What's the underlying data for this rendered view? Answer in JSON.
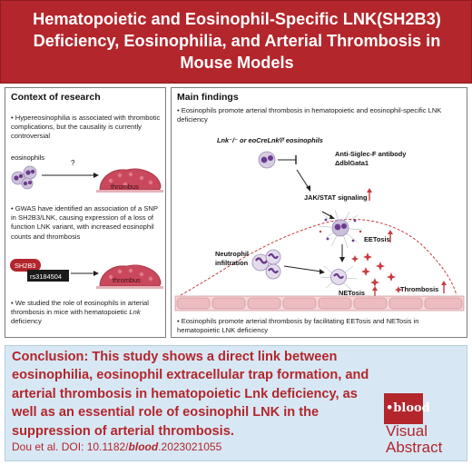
{
  "header": {
    "title_line1": "Hematopoietic and Eosinophil-Specific LNK(SH2B3)",
    "title_line2": "Deficiency, Eosinophilia, and Arterial Thrombosis in",
    "title_line3": "Mouse Models"
  },
  "context": {
    "title": "Context of research",
    "bullet1": "• Hypereosinophilia is associated with thrombotic complications, but the causality is currently controversial",
    "eosinophils_label": "eosinophils",
    "question_mark": "?",
    "thrombus_label": "thrombus",
    "bullet2": "• GWAS have identified an association of a SNP in SH2B3/LNK, causing expression of a loss of function LNK variant, with increased eosinophil counts and thrombosis",
    "gene_label": "SH2B3",
    "snp_label": "rs3184504",
    "thrombus_label2": "thrombus",
    "bullet3_pre": "• We studied the role of eosinophils in arterial thrombosis in mice with hematopoietic ",
    "bullet3_gene": "Lnk",
    "bullet3_post": " deficiency"
  },
  "findings": {
    "title": "Main findings",
    "bullet1": "• Eosinophils promote arterial thrombosis in hematopoietic and eosinophil-specific LNK deficiency",
    "mouse_label": "Lnk⁻/⁻ or eoCreLnkᶠ/ᶠ eosinophils",
    "antibody_label": "Anti-Siglec-F antibody",
    "dbl_label": "ΔdblGata1",
    "jak_label": "JAK/STAT signaling",
    "eetosis_label": "EETosis",
    "neutrophil_label1": "Neutrophil",
    "neutrophil_label2": "infiltration",
    "netosis_label": "NETosis",
    "thrombosis_label": "Thrombosis",
    "bullet2": "• Eosinophils promote arterial thrombosis by facilitating EETosis and NETosis in hematopoietic LNK deficiency"
  },
  "conclusion": {
    "label": "Conclusion:",
    "text": " This study shows a direct link between eosinophilia, eosinophil extracellular trap formation, and arterial thrombosis in hematopoietic Lnk deficiency, as well as an essential role of eosinophil LNK in the suppression of arterial thrombosis.",
    "citation_pre": "Dou et al. DOI: 10.1182/",
    "citation_journal": "blood",
    "citation_post": ".2023021055"
  },
  "brand": {
    "logo": "•blood",
    "line1": "Visual",
    "line2": "Abstract"
  },
  "colors": {
    "accent_red": "#b3262c",
    "conclusion_bg": "#d7e8f4",
    "eosinophil_purple": "#6a3a8c",
    "thrombus_red": "#c9485b"
  }
}
